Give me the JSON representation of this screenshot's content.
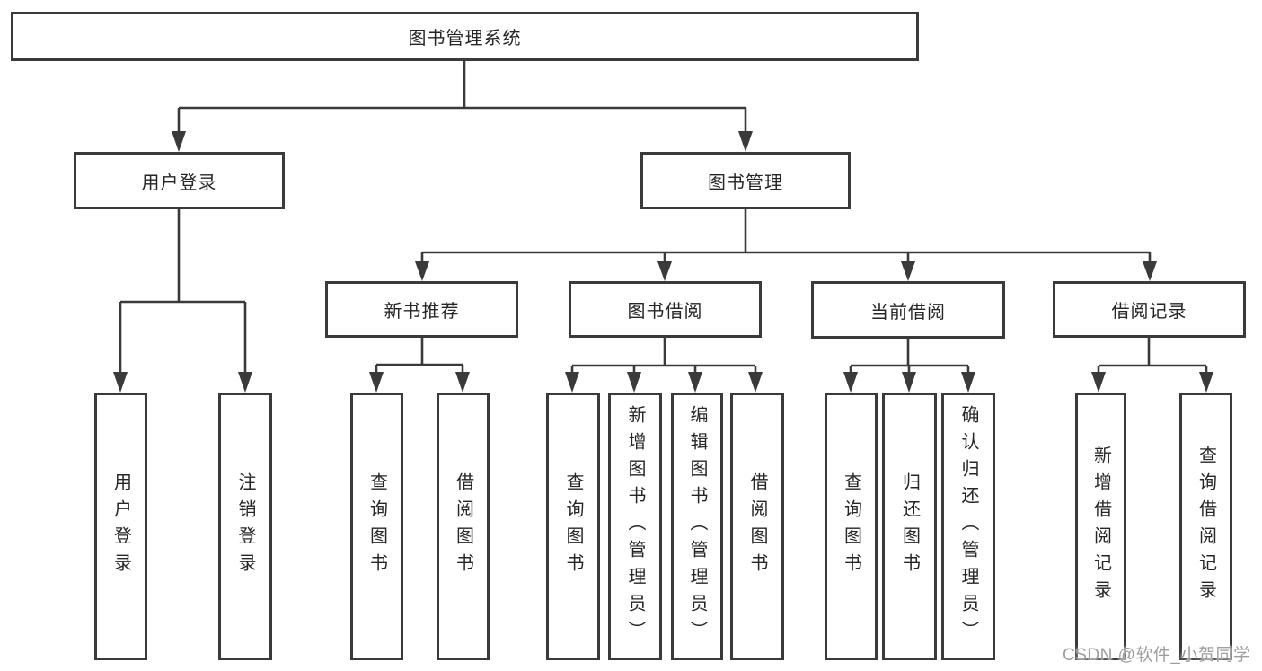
{
  "diagram": {
    "root": {
      "label": "图书管理系统"
    },
    "branches": [
      {
        "label": "用户登录",
        "children": [
          {
            "label": "用户登录"
          },
          {
            "label": "注销登录"
          }
        ]
      },
      {
        "label": "图书管理",
        "children": [
          {
            "label": "新书推荐",
            "children": [
              {
                "label": "查询图书"
              },
              {
                "label": "借阅图书"
              }
            ]
          },
          {
            "label": "图书借阅",
            "children": [
              {
                "label": "查询图书"
              },
              {
                "label": "新增图书（管理员）"
              },
              {
                "label": "编辑图书（管理员）"
              },
              {
                "label": "借阅图书"
              }
            ]
          },
          {
            "label": "当前借阅",
            "children": [
              {
                "label": "查询图书"
              },
              {
                "label": "归还图书"
              },
              {
                "label": "确认归还（管理员）"
              }
            ]
          },
          {
            "label": "借阅记录",
            "children": [
              {
                "label": "新增借阅记录"
              },
              {
                "label": "查询借阅记录"
              }
            ]
          }
        ]
      }
    ]
  },
  "watermark": {
    "text": "CSDN @软件_小贺同学"
  },
  "colors": {
    "line": "#3a3a3a",
    "box_border": "#3a3a3a",
    "text": "#262626",
    "background": "#ffffff",
    "watermark": "#9e9e9e"
  }
}
